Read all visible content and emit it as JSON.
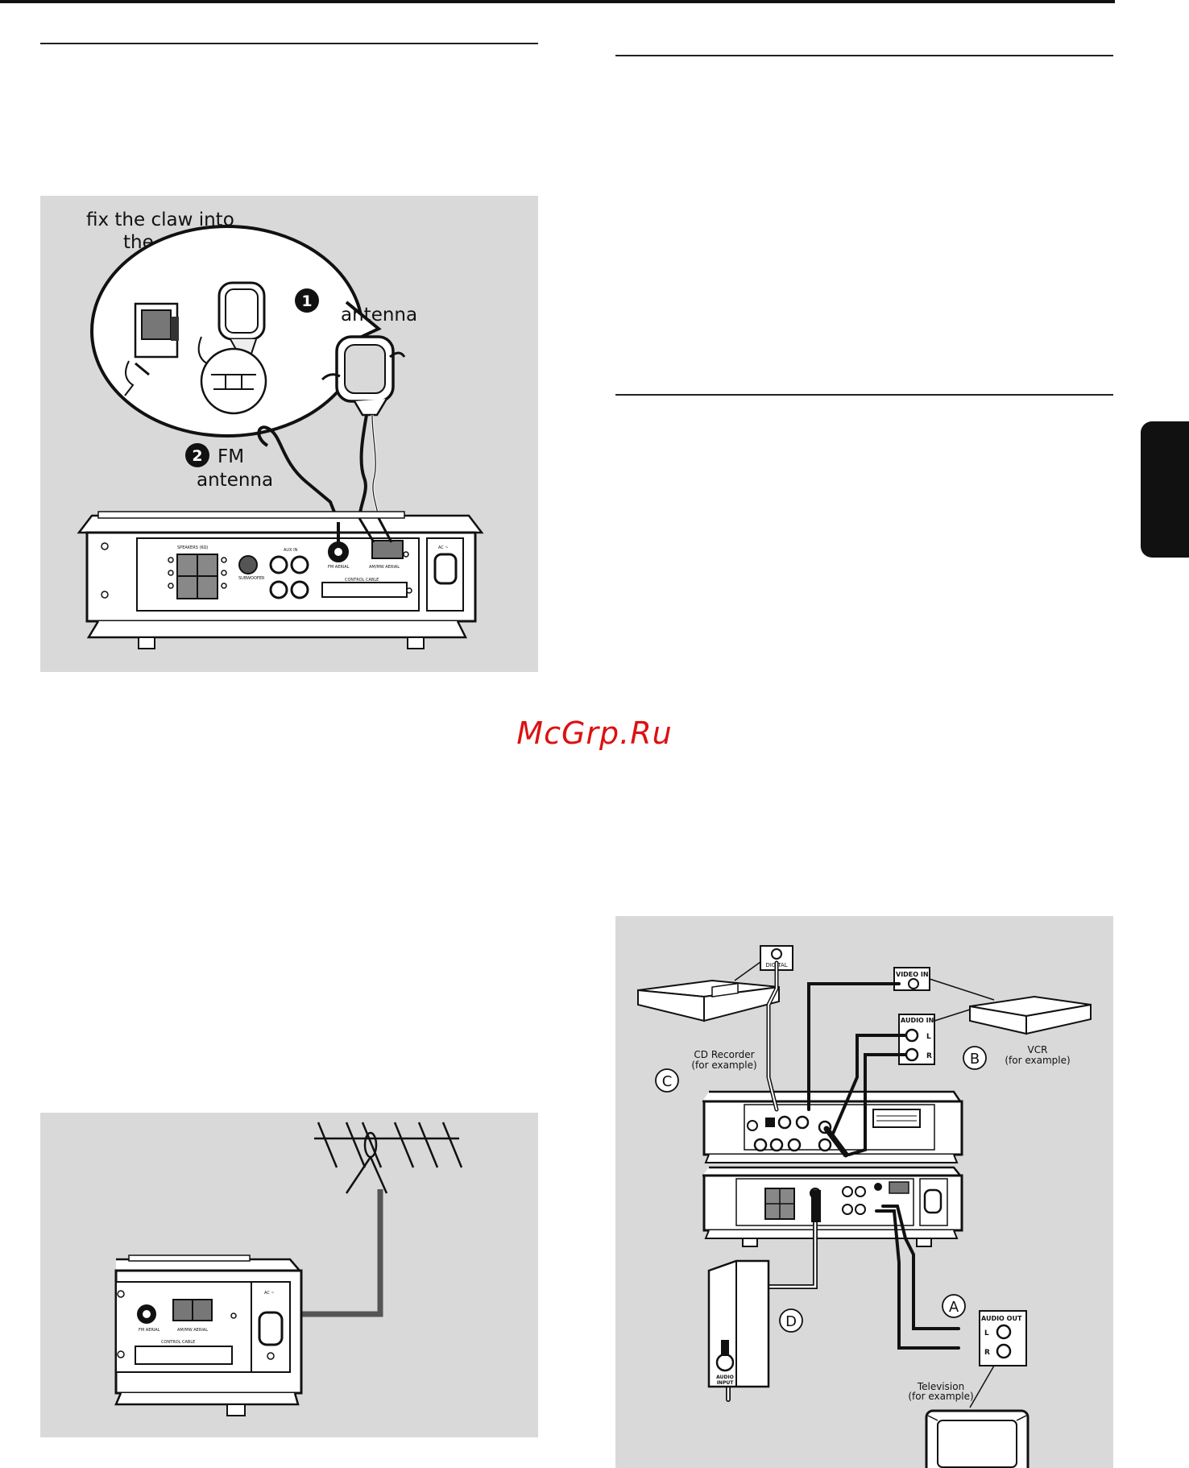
{
  "watermark": "McGrp.Ru",
  "figure_am_fm": {
    "claw_caption_line1": "fix the claw into",
    "claw_caption_line2": "the slot",
    "step1_number": "1",
    "step1_label": "antenna",
    "step2_number": "2",
    "step2_label_line1": "FM",
    "step2_label_line2": "antenna",
    "rear_panel_labels": [
      "SPEAKERS (6Ω)",
      "SUBWOOFER",
      "AUX IN",
      "FM AERIAL",
      "AM/MW AERIAL",
      "CONTROL CABLE",
      "AC ~"
    ]
  },
  "figure_outdoor_antenna": {
    "labels": [
      "FM AERIAL",
      "AM/MW AERIAL",
      "CONTROL CABLE",
      "AC ~"
    ]
  },
  "figure_connections": {
    "digital_label": "DIGITAL",
    "video_in_label": "VIDEO IN",
    "audio_in_label": "AUDIO IN",
    "audio_out_label": "AUDIO OUT",
    "audio_input_line1": "AUDIO",
    "audio_input_line2": "INPUT",
    "L": "L",
    "R": "R",
    "cd_recorder": "CD Recorder",
    "cd_recorder_note": "(for example)",
    "vcr": "VCR",
    "vcr_note": "(for example)",
    "television": "Television",
    "television_note": "(for example)",
    "marker_a": "A",
    "marker_b": "B",
    "marker_c": "C",
    "marker_d": "D"
  }
}
